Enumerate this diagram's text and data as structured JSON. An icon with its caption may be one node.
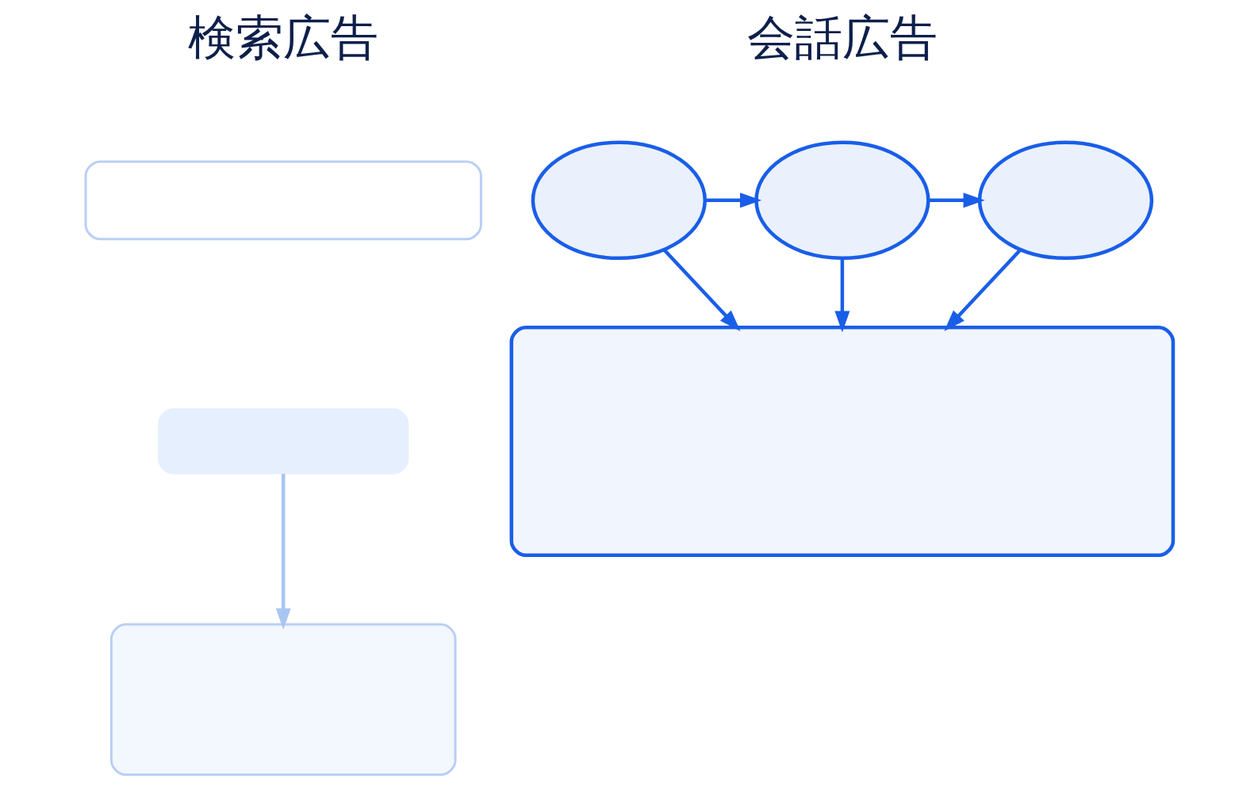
{
  "diagram": {
    "nodes": [
      {
        "text": [],
        "shape": "box"
      },
      {
        "text": [],
        "shape": "box"
      },
      {
        "text": [],
        "shape": "box"
      },
      {
        "text": [],
        "shape": "bubble"
      },
      {
        "text": [],
        "shape": "bubble"
      },
      {
        "text": [],
        "shape": "bubble"
      },
      {
        "text": [],
        "shape": "box"
      }
    ],
    "edges": [
      {
        "from": 1,
        "to": 2,
        "arrow": "to",
        "color": "#a9c5f2"
      },
      {
        "from": 3,
        "to": 4,
        "arrow": "to"
      },
      {
        "from": 4,
        "to": 5,
        "arrow": "to"
      },
      {
        "from": 3,
        "to": 6,
        "arrow": "to"
      },
      {
        "from": 4,
        "to": 6,
        "arrow": "to"
      },
      {
        "from": 5,
        "to": 6,
        "arrow": "to"
      }
    ],
    "labels": [
      "検索広告",
      "会話広告"
    ]
  }
}
